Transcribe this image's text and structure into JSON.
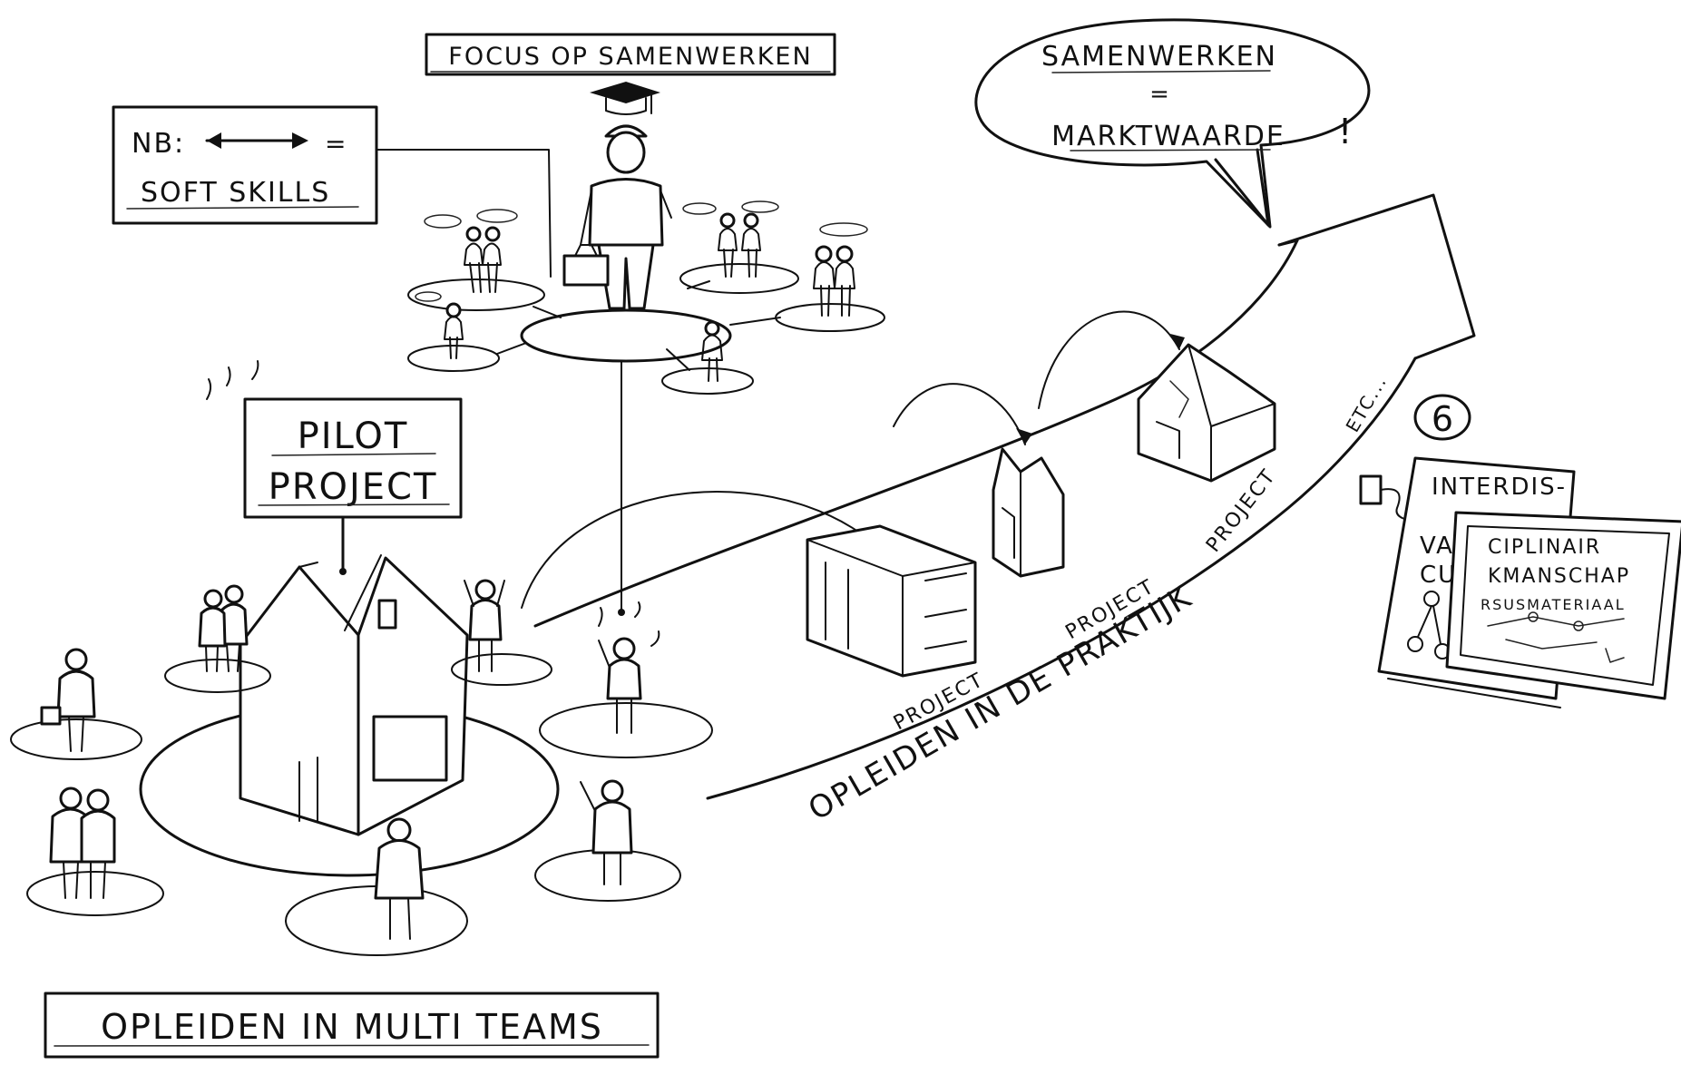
{
  "labels": {
    "focus_title": "FOCUS OP SAMENWERKEN",
    "nb_line1": "NB:",
    "nb_equals": "=",
    "nb_line2": "SOFT SKILLS",
    "pilot_line1": "PILOT",
    "pilot_line2": "PROJECT",
    "bubble_line1": "SAMENWERKEN",
    "bubble_equals": "=",
    "bubble_line2": "MARKTWAARDE",
    "bubble_excl": "!",
    "arrow_label": "OPLEIDEN IN DE PRAKTIJK",
    "bottom_title": "OPLEIDEN IN MULTI TEAMS",
    "project_1": "PROJECT",
    "project_2": "PROJECT",
    "project_3": "PROJECT",
    "etc": "ETC...",
    "step_number": "6",
    "doc_line1": "INTERDIS-",
    "doc_va": "VA",
    "doc_cu": "CU",
    "screen_line1": "CIPLINAIR",
    "screen_line2": "KMANSCHAP",
    "screen_line3": "RSUSMATERIAAL"
  },
  "colors": {
    "ink": "#111111",
    "paper": "#ffffff"
  }
}
